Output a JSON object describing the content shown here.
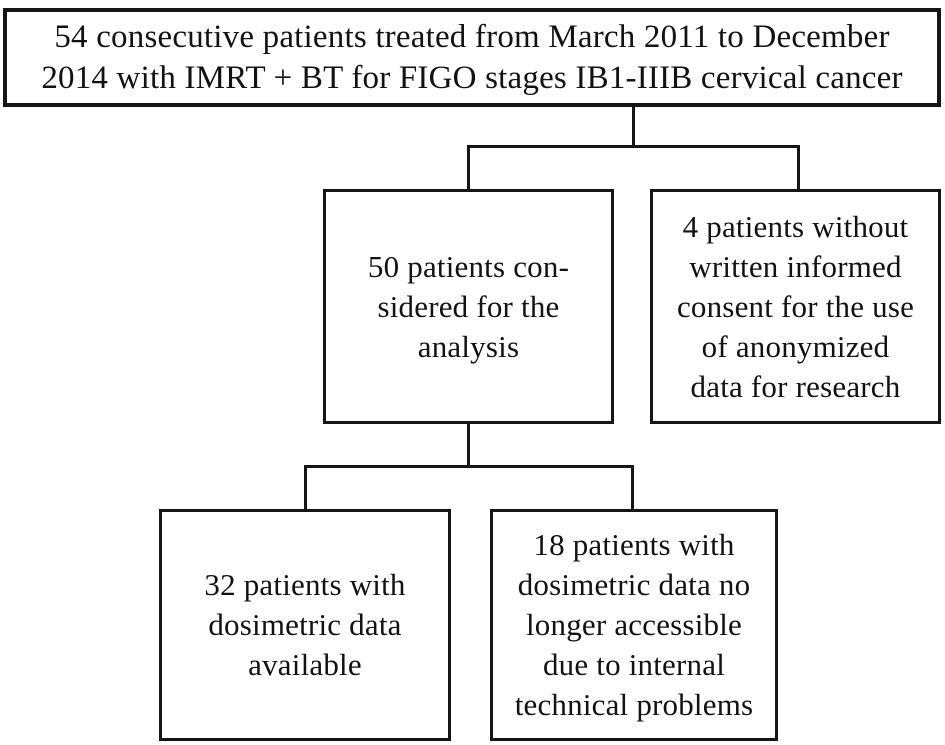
{
  "diagram": {
    "type": "flowchart",
    "background_color": "#ffffff",
    "line_color": "#161616",
    "boxes": {
      "total": {
        "label": "total-patients",
        "text": "54 consecutive patients treated from March 2011 to December\n2014 with IMRT + BT for FIGO stages IB1-IIIB cervical cancer",
        "value": 54
      },
      "considered": {
        "label": "patients-considered-for-analysis",
        "text": "50 patients con-\nsidered for the\nanalysis",
        "value": 50
      },
      "no_consent": {
        "label": "patients-without-consent",
        "text": "4 patients without\nwritten informed\nconsent for the use\nof anonymized\ndata for research",
        "value": 4
      },
      "dosimetric_available": {
        "label": "patients-dosimetric-data-available",
        "text": "32 patients with\ndosimetric data\navailable",
        "value": 32
      },
      "dosimetric_lost": {
        "label": "patients-dosimetric-data-lost",
        "text": "18 patients with\ndosimetric data no\nlonger accessible\ndue to internal\ntechnical problems",
        "value": 18
      }
    }
  }
}
